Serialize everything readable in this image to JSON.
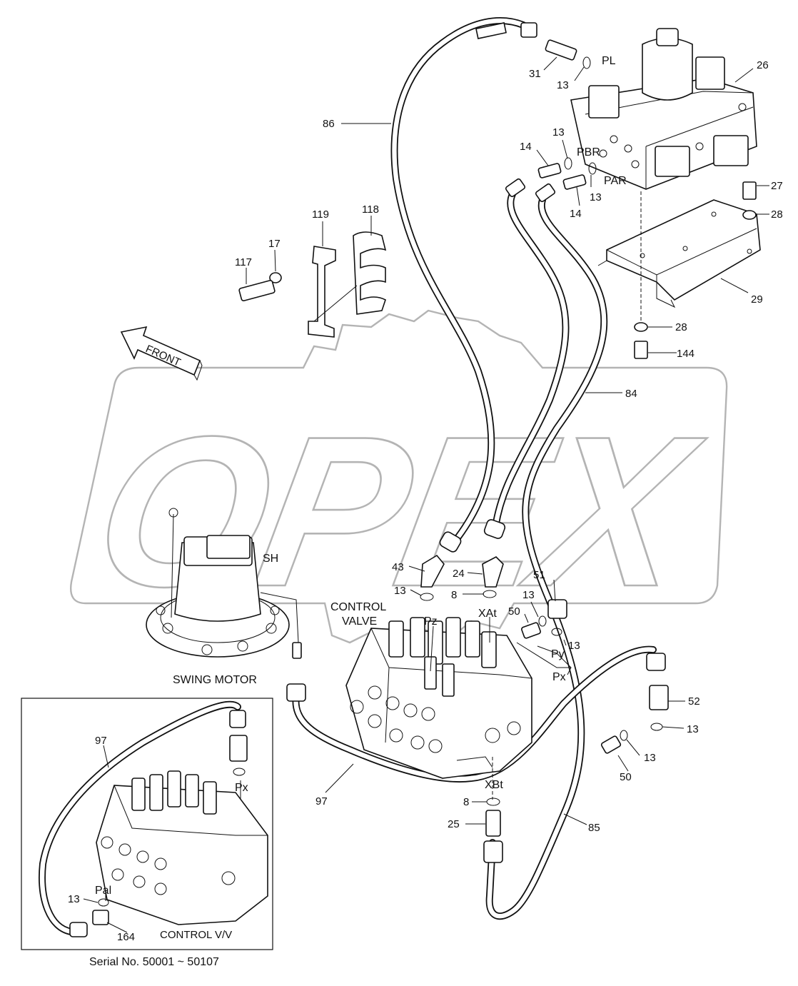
{
  "watermark": {
    "text": "OPEX"
  },
  "direction_arrow": {
    "text": "FRONT"
  },
  "assemblies": {
    "swing_motor": "SWING MOTOR",
    "control_valve_line1": "CONTROL",
    "control_valve_line2": "VALVE",
    "inset_control_valve": "CONTROL V/V"
  },
  "serial": "Serial No. 50001 ~ 50107",
  "ports": {
    "pl": "PL",
    "pbr": "PBR",
    "par": "PAR",
    "sh": "SH",
    "pz": "Pz",
    "xat": "XAt",
    "py": "Py",
    "px": "Px",
    "xbt": "XBt",
    "inset_px": "Px",
    "inset_pal": "Pal"
  },
  "callouts": {
    "c31": "31",
    "c13a": "13",
    "c26": "26",
    "c86": "86",
    "c13b": "13",
    "c14a": "14",
    "c13c": "13",
    "c14b": "14",
    "c27": "27",
    "c28a": "28",
    "c29": "29",
    "c28b": "28",
    "c144": "144",
    "c119": "119",
    "c118": "118",
    "c17": "17",
    "c117": "117",
    "c84": "84",
    "c43": "43",
    "c13d": "13",
    "c24": "24",
    "c8a": "8",
    "c51": "51",
    "c13e": "13",
    "c50a": "50",
    "c13f": "13",
    "c52": "52",
    "c13g": "13",
    "c13h": "13",
    "c50b": "50",
    "c97a": "97",
    "c8b": "8",
    "c25": "25",
    "c85": "85",
    "c97b": "97",
    "c13i": "13",
    "c164": "164"
  }
}
